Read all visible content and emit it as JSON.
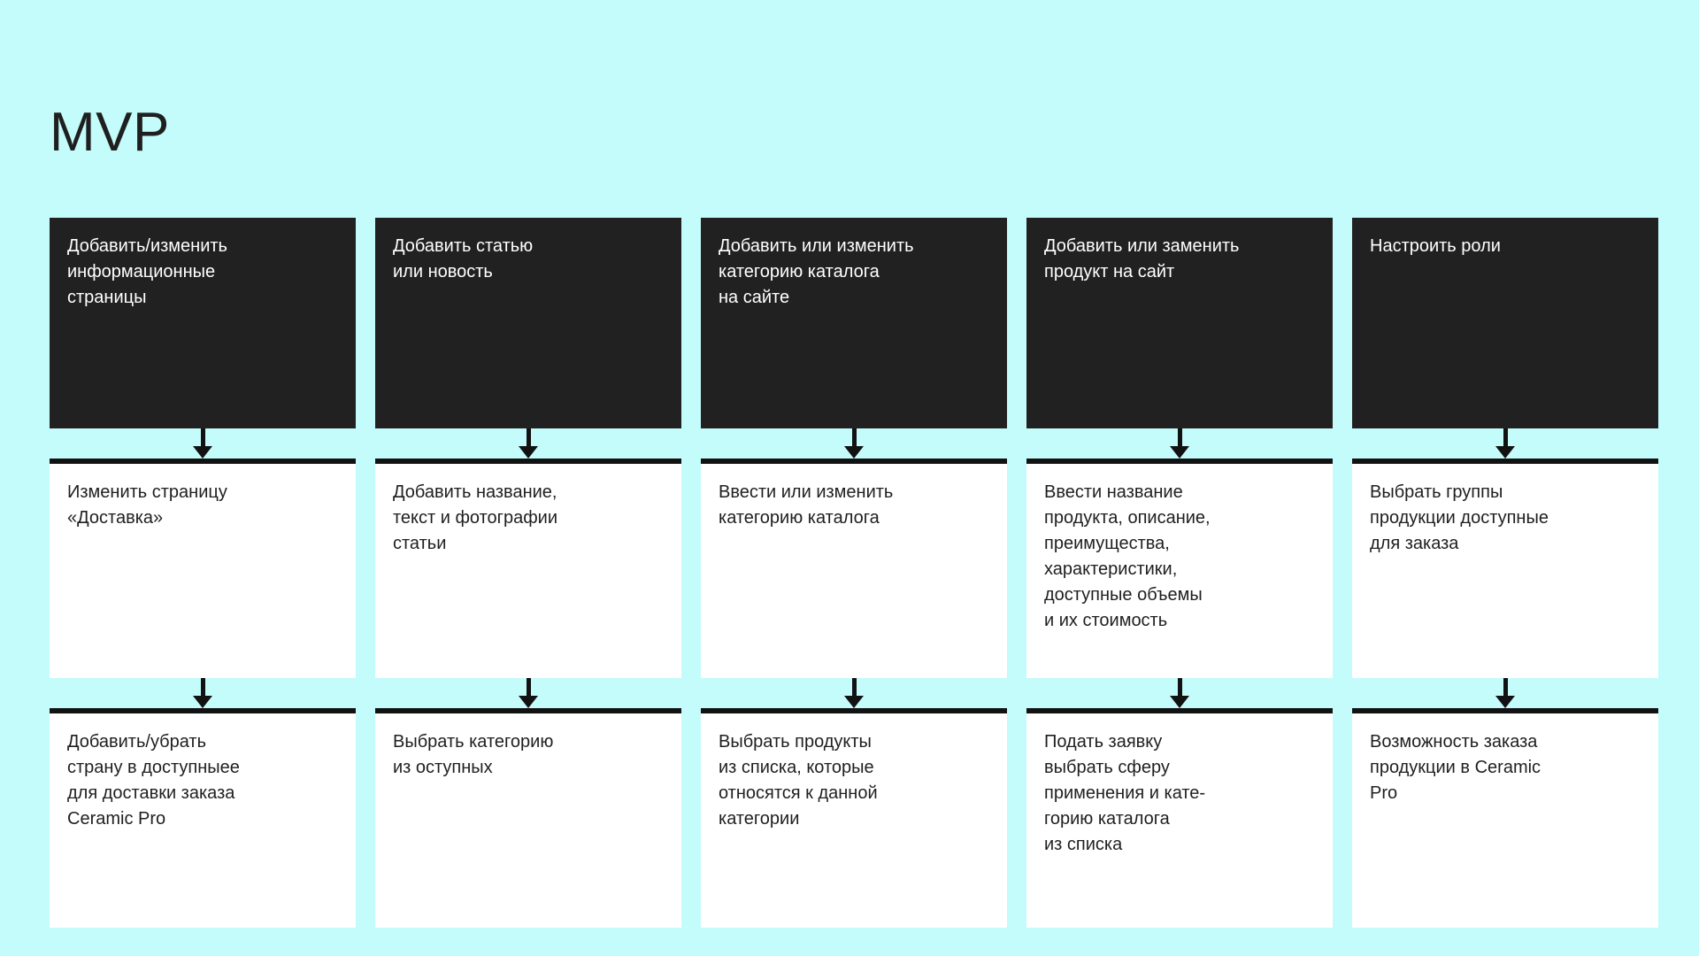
{
  "page": {
    "title": "MVP",
    "background_color": "#C4FBFB",
    "header_box_color": "#212121",
    "body_box_color": "#FFFFFF",
    "accent_line_color": "#121212"
  },
  "columns": [
    {
      "header": "Добавить/изменить\nинформационные\nстраницы",
      "step1": "Изменить страницу\n«Доставка»",
      "step2": "Добавить/убрать\nстрану в доступныее\nдля доставки заказа\nCeramic Pro"
    },
    {
      "header": "Добавить статью\nили новость",
      "step1": "Добавить название,\nтекст и фотографии\nстатьи",
      "step2": "Выбрать категорию\nиз оступных"
    },
    {
      "header": "Добавить или изменить\nкатегорию каталога\nна сайте",
      "step1": "Ввести или изменить\nкатегорию каталога",
      "step2": "Выбрать продукты\nиз списка, которые\nотносятся к данной\nкатегории"
    },
    {
      "header": "Добавить или заменить\nпродукт на сайт",
      "step1": "Ввести название\nпродукта, описание,\nпреимущества,\nхарактеристики,\nдоступные объемы\nи их стоимость",
      "step2": "Подать заявку\nвыбрать сферу\nприменения и кате-\nгорию каталога\nиз списка"
    },
    {
      "header": "Настроить роли",
      "step1": "Выбрать группы\nпродукции доступные\nдля заказа",
      "step2": "Возможность заказа\nпродукции в Ceramic\nPro"
    }
  ]
}
